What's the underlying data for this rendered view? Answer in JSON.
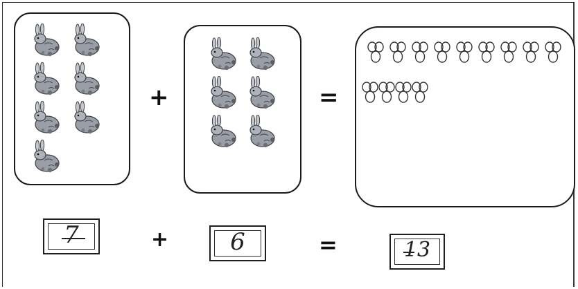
{
  "equation": {
    "addend1": {
      "rabbits": 7,
      "value": "7"
    },
    "plus_sign": "+",
    "addend2": {
      "rabbits": 6,
      "value": "6"
    },
    "equals_sign": "=",
    "result": {
      "drawn_loops": 13,
      "value": "13"
    }
  },
  "icons": {
    "addend_item": "rabbit-icon",
    "drawn_item": "loop-doodle-icon"
  }
}
